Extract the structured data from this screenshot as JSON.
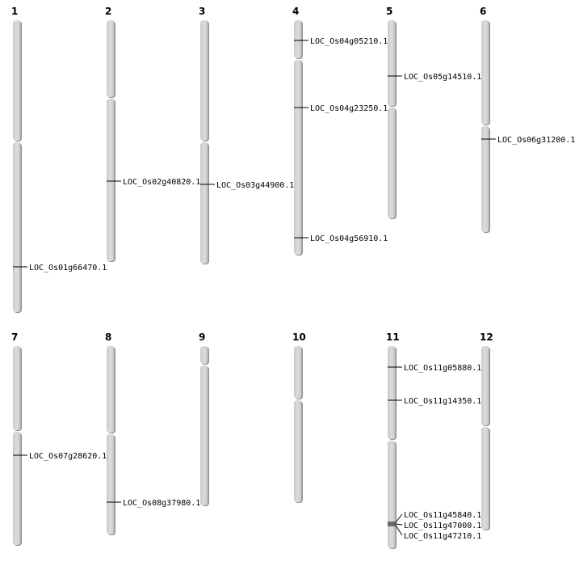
{
  "chromosomes": [
    {
      "label": "1",
      "genes": [
        "LOC_Os01g66470.1"
      ]
    },
    {
      "label": "2",
      "genes": [
        "LOC_Os02g40820.1"
      ]
    },
    {
      "label": "3",
      "genes": [
        "LOC_Os03g44900.1"
      ]
    },
    {
      "label": "4",
      "genes": [
        "LOC_Os04g05210.1",
        "LOC_Os04g23250.1",
        "LOC_Os04g56910.1"
      ]
    },
    {
      "label": "5",
      "genes": [
        "LOC_Os05g14510.1"
      ]
    },
    {
      "label": "6",
      "genes": [
        "LOC_Os06g31200.1"
      ]
    },
    {
      "label": "7",
      "genes": [
        "LOC_Os07g28620.1"
      ]
    },
    {
      "label": "8",
      "genes": [
        "LOC_Os08g37980.1"
      ]
    },
    {
      "label": "9",
      "genes": []
    },
    {
      "label": "10",
      "genes": []
    },
    {
      "label": "11",
      "genes": [
        "LOC_Os11g05880.1",
        "LOC_Os11g14350.1",
        "LOC_Os11g45840.1",
        "LOC_Os11g47000.1",
        "LOC_Os11g47210.1"
      ]
    },
    {
      "label": "12",
      "genes": []
    }
  ],
  "colors": {
    "chromosome": "#d4d4d4",
    "shadow": "#888888",
    "line": "#000000"
  }
}
